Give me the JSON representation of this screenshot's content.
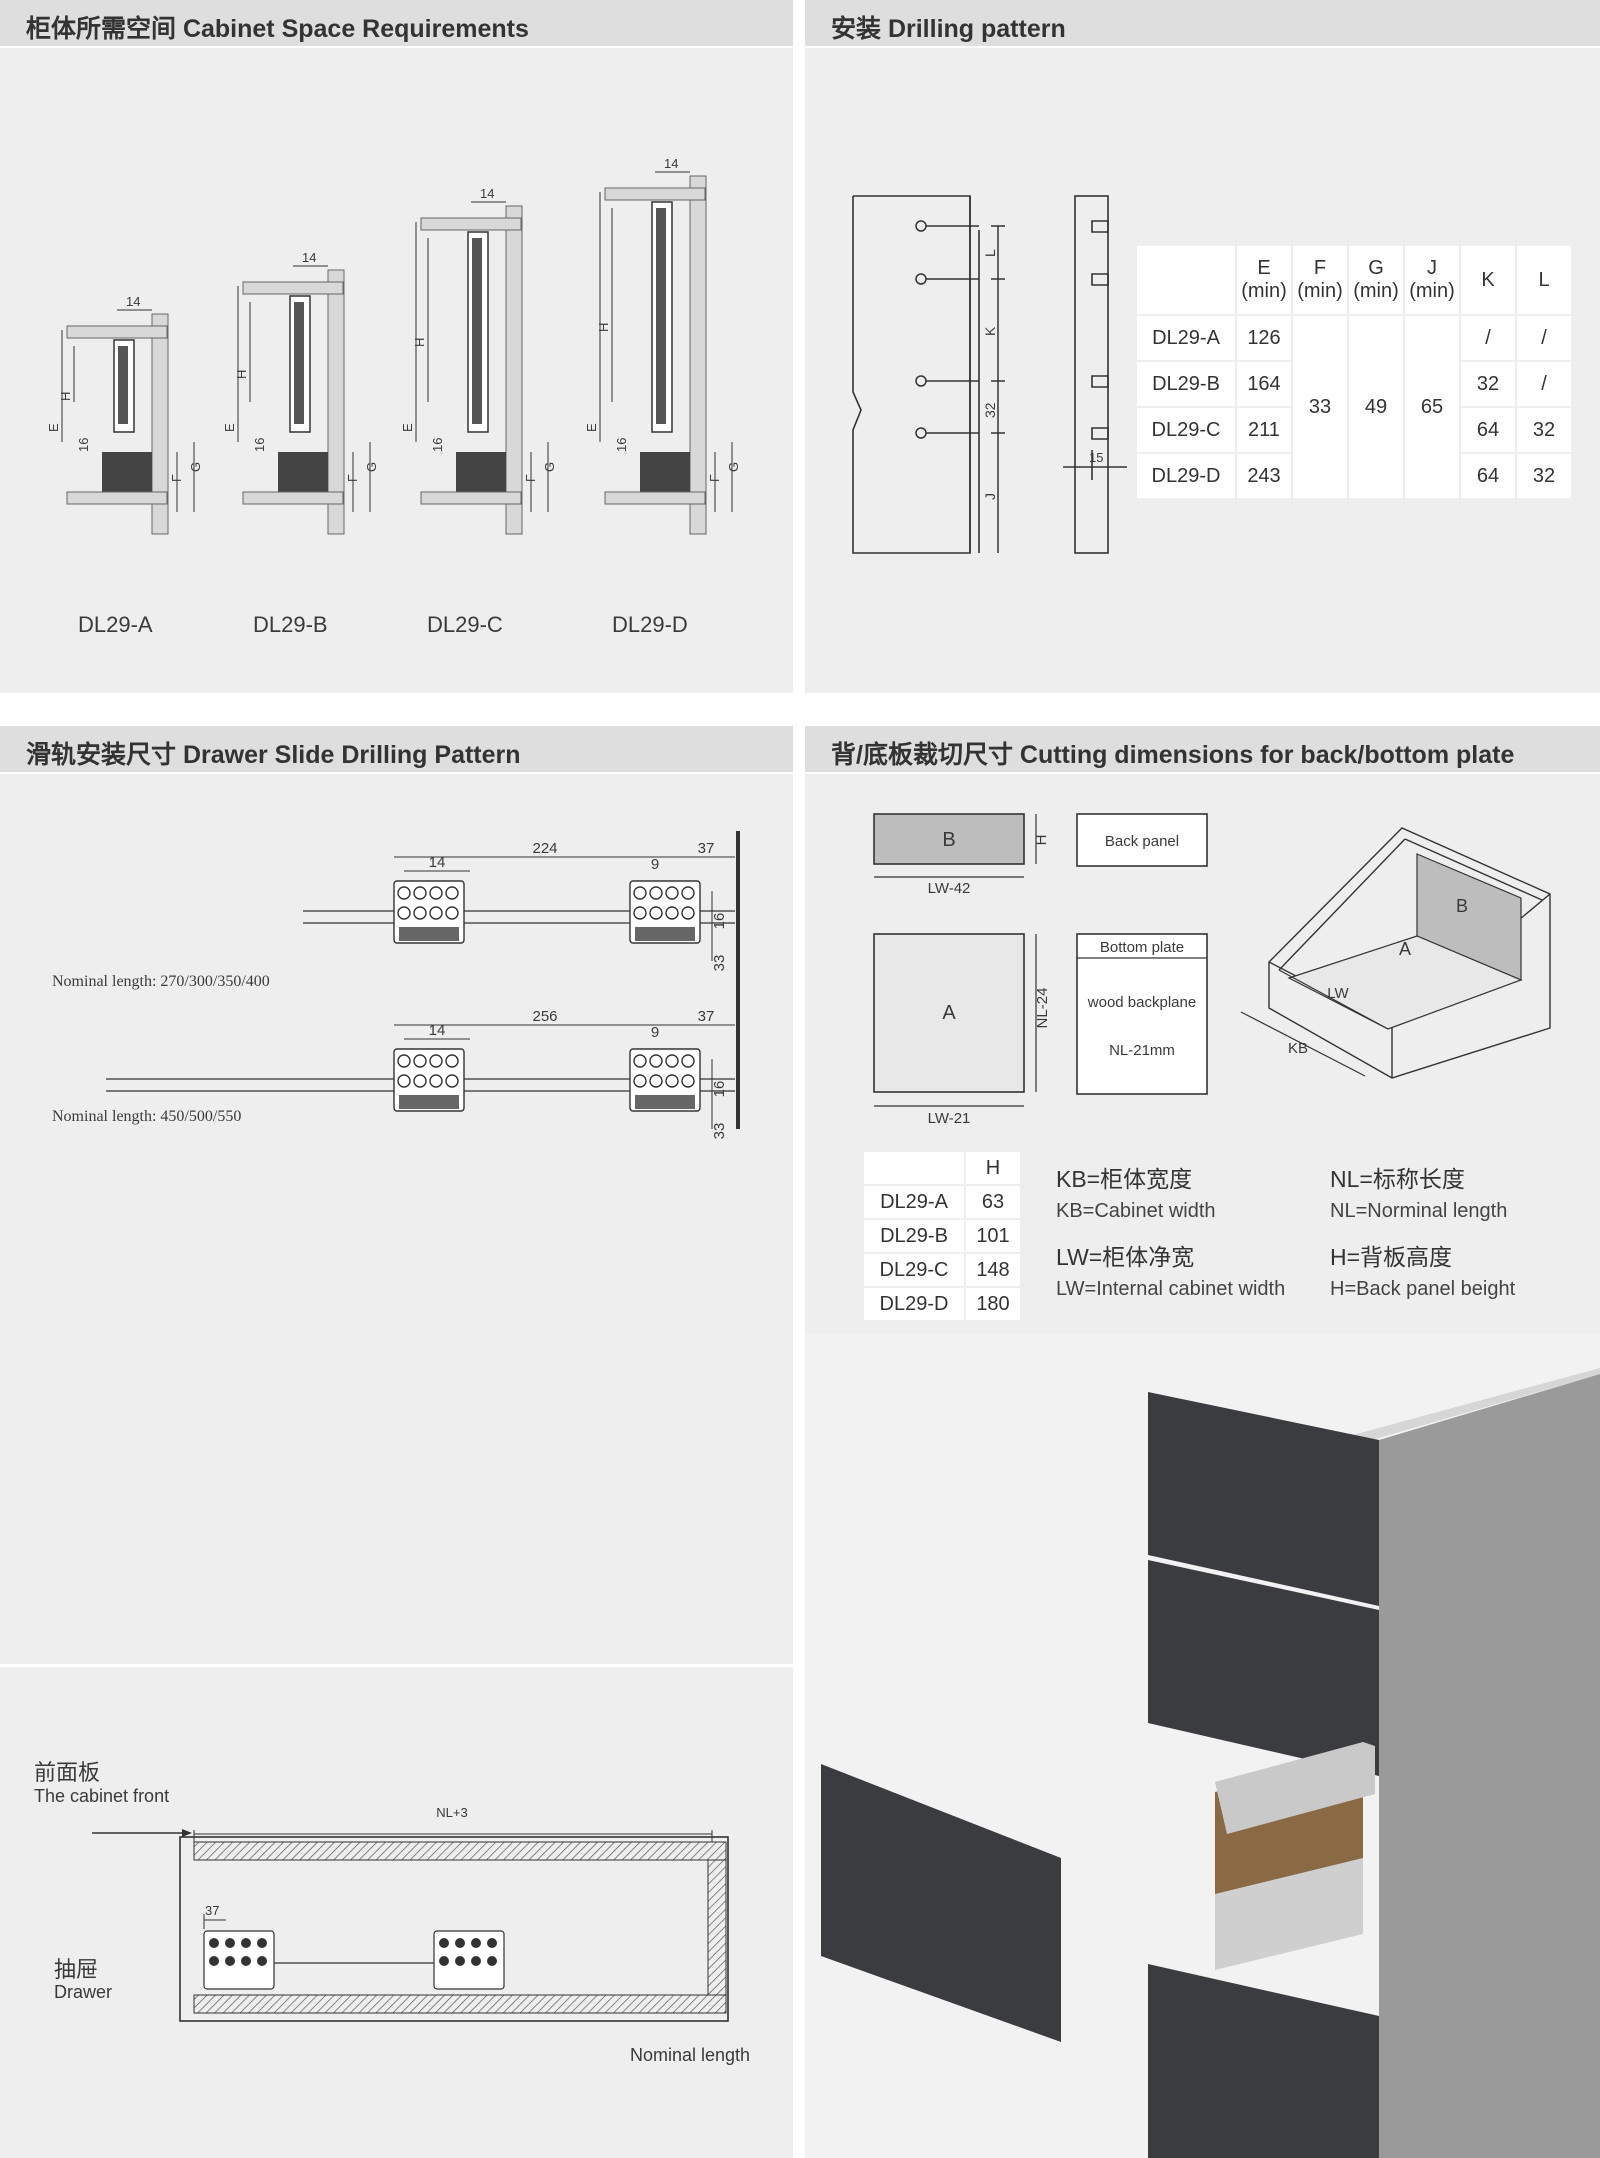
{
  "cabinet_space": {
    "title": "柜体所需空间  Cabinet Space Requirements",
    "models": [
      "DL29-A",
      "DL29-B",
      "DL29-C",
      "DL29-D"
    ],
    "dims": {
      "top": "14",
      "e": "E",
      "h": "H",
      "f": "F",
      "g": "G",
      "sixteen": "16"
    }
  },
  "drilling": {
    "title": "安装  Drilling pattern",
    "dims": {
      "l": "L",
      "k": "K",
      "thirty_two": "32",
      "j": "J",
      "fifteen": "15"
    },
    "table": {
      "headers": [
        [
          "E",
          "(min)"
        ],
        [
          "F",
          "(min)"
        ],
        [
          "G",
          "(min)"
        ],
        [
          "J",
          "(min)"
        ],
        [
          "K"
        ],
        [
          "L"
        ]
      ],
      "rows": [
        {
          "model": "DL29-A",
          "e": "126",
          "k": "/",
          "l": "/"
        },
        {
          "model": "DL29-B",
          "e": "164",
          "k": "32",
          "l": "/"
        },
        {
          "model": "DL29-C",
          "e": "211",
          "k": "64",
          "l": "32"
        },
        {
          "model": "DL29-D",
          "e": "243",
          "k": "64",
          "l": "32"
        }
      ],
      "merged": {
        "f": "33",
        "g": "49",
        "j": "65"
      }
    }
  },
  "slide_drilling": {
    "title": "滑轨安装尺寸  Drawer Slide Drilling Pattern",
    "short": {
      "d14": "14",
      "d224": "224",
      "d9": "9",
      "d37": "37",
      "d16": "16",
      "d33": "33",
      "nominal": "Nominal length: 270/300/350/400"
    },
    "long": {
      "d14": "14",
      "d256": "256",
      "d9": "9",
      "d37": "37",
      "d16": "16",
      "d33": "33",
      "nominal": "Nominal length: 450/500/550"
    }
  },
  "front_view": {
    "front_cn": "前面板",
    "front_en": "The cabinet front",
    "nl3": "NL+3",
    "d37": "37",
    "drawer_cn": "抽屉",
    "drawer_en": "Drawer",
    "nominal": "Nominal length"
  },
  "cutting": {
    "title": "背/底板裁切尺寸 Cutting  dimensions for back/bottom plate",
    "b": "B",
    "h": "H",
    "lw42": "LW-42",
    "back_panel": "Back panel",
    "a": "A",
    "nl24": "NL-24",
    "lw21": "LW-21",
    "bottom_plate": "Bottom plate",
    "wood": "wood backplane",
    "nl21": "NL-21mm",
    "iso_b": "B",
    "iso_a": "A",
    "iso_lw": "LW",
    "iso_kb": "KB",
    "h_table": {
      "header": "H",
      "rows": [
        {
          "model": "DL29-A",
          "h": "63"
        },
        {
          "model": "DL29-B",
          "h": "101"
        },
        {
          "model": "DL29-C",
          "h": "148"
        },
        {
          "model": "DL29-D",
          "h": "180"
        }
      ]
    },
    "legend": {
      "kb_cn": "KB=柜体宽度",
      "kb_en": "KB=Cabinet width",
      "nl_cn": "NL=标称长度",
      "nl_en": "NL=Norminal length",
      "lw_cn": "LW=柜体净宽",
      "lw_en": "LW=Internal cabinet width",
      "h_cn": "H=背板高度",
      "h_en": "H=Back panel beight"
    }
  }
}
